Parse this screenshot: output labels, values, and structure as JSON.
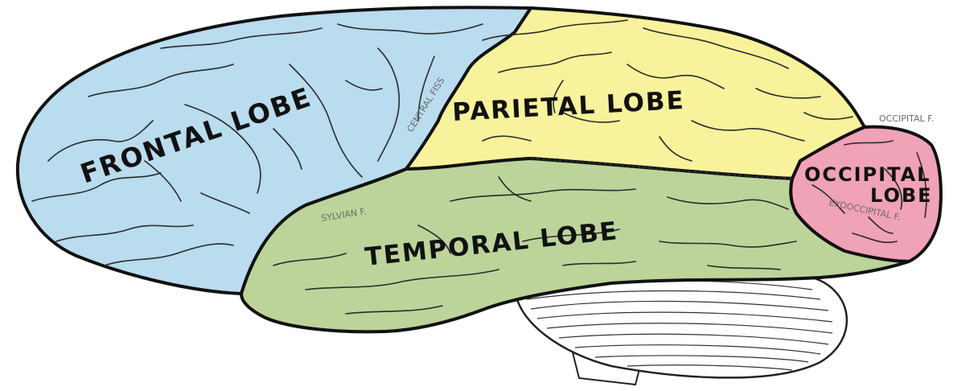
{
  "diagram": {
    "lobes": {
      "frontal": {
        "label": "FRONTAL LOBE",
        "color": "#b9dcee"
      },
      "parietal": {
        "label": "PARIETAL LOBE",
        "color": "#f7f29b"
      },
      "temporal": {
        "label": "TEMPORAL LOBE",
        "color": "#bcd49a"
      },
      "occipital": {
        "label_line1": "OCCIPITAL",
        "label_line2": "LOBE",
        "color": "#f0a2b6"
      }
    },
    "fissures": {
      "central": "CENTRAL FISS",
      "sylvian": "SYLVIAN F.",
      "occipital": "OCCIPITAL F.",
      "exooccipital": "EXOOCCIPITAL F."
    },
    "colors": {
      "outline": "#111111",
      "cerebellum": "#ffffff"
    }
  }
}
